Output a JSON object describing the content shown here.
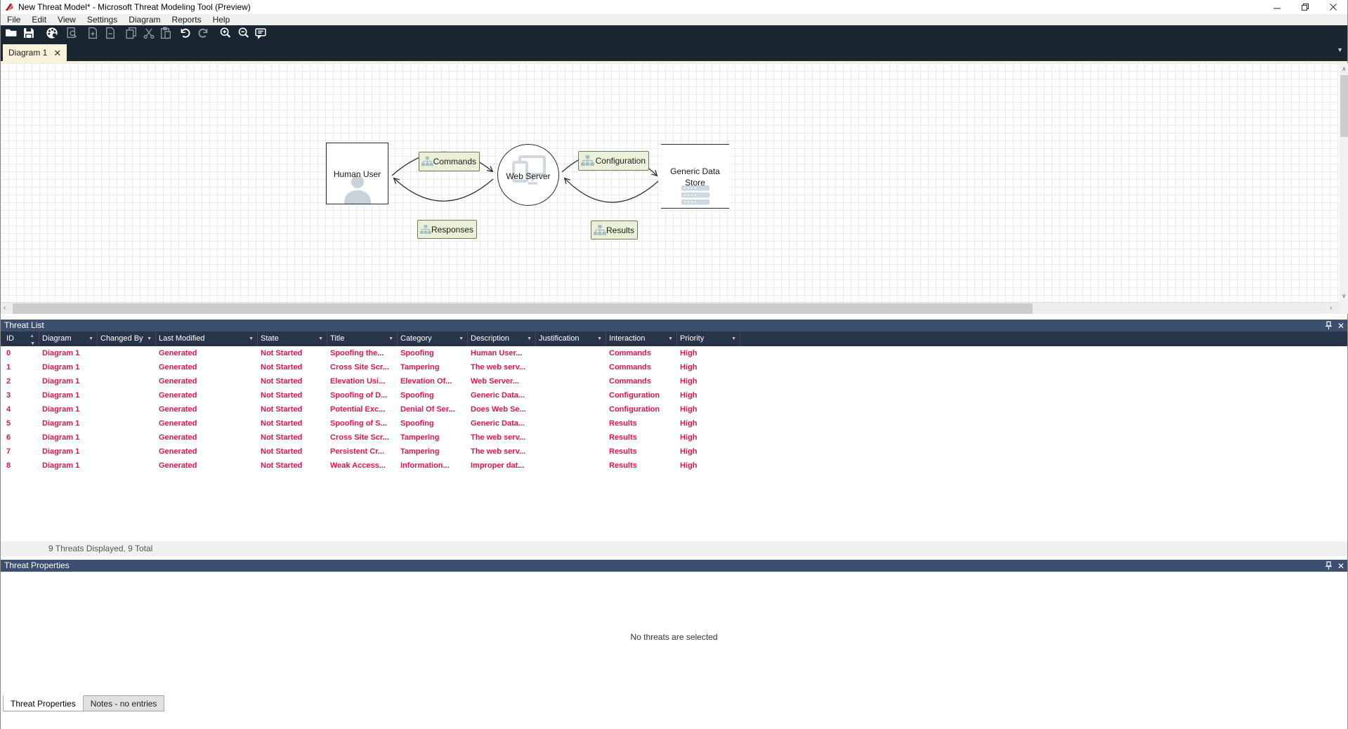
{
  "window": {
    "title": "New Threat Model* - Microsoft Threat Modeling Tool (Preview)"
  },
  "menu": {
    "items": [
      "File",
      "Edit",
      "View",
      "Settings",
      "Diagram",
      "Reports",
      "Help"
    ]
  },
  "toolbar": {
    "icons": [
      "open",
      "save",
      "template-palette",
      "find-in-diagram",
      "add-diagram",
      "remove-diagram",
      "copy",
      "cut",
      "paste",
      "undo",
      "redo",
      "zoom-in",
      "zoom-out",
      "feedback"
    ]
  },
  "tab_bar": {
    "active_tab": "Diagram 1"
  },
  "diagram": {
    "nodes": [
      {
        "label": "Human User",
        "shape": "rectangle"
      },
      {
        "label": "Web Server",
        "shape": "circle"
      },
      {
        "label": "Generic Data Store",
        "shape": "data-store"
      }
    ],
    "flows": [
      {
        "label": "Commands"
      },
      {
        "label": "Responses"
      },
      {
        "label": "Configuration"
      },
      {
        "label": "Results"
      }
    ]
  },
  "threat_list": {
    "title": "Threat List",
    "columns": [
      "ID",
      "Diagram",
      "Changed By",
      "Last Modified",
      "State",
      "Title",
      "Category",
      "Description",
      "Justification",
      "Interaction",
      "Priority"
    ],
    "rows": [
      [
        "0",
        "Diagram 1",
        "",
        "Generated",
        "Not Started",
        "Spoofing the...",
        "Spoofing",
        "Human User...",
        "",
        "Commands",
        "High"
      ],
      [
        "1",
        "Diagram 1",
        "",
        "Generated",
        "Not Started",
        "Cross Site Scr...",
        "Tampering",
        "The web serv...",
        "",
        "Commands",
        "High"
      ],
      [
        "2",
        "Diagram 1",
        "",
        "Generated",
        "Not Started",
        "Elevation Usi...",
        "Elevation Of...",
        "Web Server...",
        "",
        "Commands",
        "High"
      ],
      [
        "3",
        "Diagram 1",
        "",
        "Generated",
        "Not Started",
        "Spoofing of D...",
        "Spoofing",
        "Generic Data...",
        "",
        "Configuration",
        "High"
      ],
      [
        "4",
        "Diagram 1",
        "",
        "Generated",
        "Not Started",
        "Potential Exc...",
        "Denial Of Ser...",
        "Does Web Se...",
        "",
        "Configuration",
        "High"
      ],
      [
        "5",
        "Diagram 1",
        "",
        "Generated",
        "Not Started",
        "Spoofing of S...",
        "Spoofing",
        "Generic Data...",
        "",
        "Results",
        "High"
      ],
      [
        "6",
        "Diagram 1",
        "",
        "Generated",
        "Not Started",
        "Cross Site Scr...",
        "Tampering",
        "The web serv...",
        "",
        "Results",
        "High"
      ],
      [
        "7",
        "Diagram 1",
        "",
        "Generated",
        "Not Started",
        "Persistent Cr...",
        "Tampering",
        "The web serv...",
        "",
        "Results",
        "High"
      ],
      [
        "8",
        "Diagram 1",
        "",
        "Generated",
        "Not Started",
        "Weak Access...",
        "Information...",
        "Improper dat...",
        "",
        "Results",
        "High"
      ]
    ],
    "status": "9 Threats Displayed, 9 Total"
  },
  "threat_properties": {
    "title": "Threat Properties",
    "empty_message": "No threats are selected",
    "tabs": [
      "Threat Properties",
      "Notes - no entries"
    ]
  },
  "colors": {
    "toolbar_navy": "#1a2532",
    "panel_header_slate": "#3d4f6e",
    "grid_header_navy": "#28344a",
    "threat_text_red": "#e8114b",
    "active_tab_cream": "#f7f2d9",
    "flow_label_green": "#eaf1d9"
  }
}
